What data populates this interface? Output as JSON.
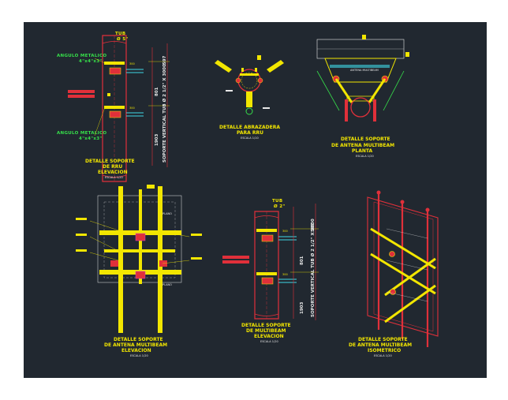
{
  "colors": {
    "frame": "#ffffff",
    "background": "#212830",
    "pipe": "#e0303a",
    "yellow": "#f2e600",
    "green": "#36e04a",
    "white": "#e8e8e8",
    "cyan": "#3fd7e6",
    "magenta": "#d03cd0",
    "orange": "#f08a1c"
  },
  "detail_1": {
    "tube_label": "TUB",
    "tube_dim": "Ø 5\"",
    "angle_top_1": "ANGULO METALICO",
    "angle_top_2": "4\"x4\"x3\"",
    "angle_bottom_1": "ANGULO METALICO",
    "angle_bottom_2": "4\"x4\"x3\"",
    "vertical_label": "SOPORTE VERTICAL TUB Ø 2 1/2\" X 3000",
    "dim_1": "300",
    "dim_2": "300",
    "dim_3": "597",
    "dim_4": "801",
    "dim_5": "1903",
    "title_1": "DETALLE SOPORTE",
    "title_2": "DE RRU",
    "title_3": "ELEVACION",
    "scale": "ESCALA 1/20"
  },
  "detail_2": {
    "title_1": "DETALLE ABRAZADERA",
    "title_2": "PARA RRU",
    "scale": "ESCALA 1/10"
  },
  "detail_3": {
    "inner_label": "ANTENA MULTIBEAM",
    "title_1": "DETALLE SOPORTE",
    "title_2": "DE ANTENA MULTIBEAM",
    "title_3": "PLANTA",
    "scale": "ESCALA 1/20"
  },
  "detail_4": {
    "plant_1": "PLANO",
    "plant_2": "PLANO",
    "title_1": "DETALLE SOPORTE",
    "title_2": "DE ANTENA MULTIBEAM",
    "title_3": "ELEVACION",
    "scale": "ESCALA 1/20"
  },
  "detail_5": {
    "tube_label": "TUB",
    "tube_dim": "Ø 2\"",
    "vertical_label": "SOPORTE VERTICAL TUB Ø 2 1/2\" X 3000",
    "dim_1": "300",
    "dim_2": "300",
    "dim_3": "597",
    "dim_4": "801",
    "dim_5": "1903",
    "title_1": "DETALLE SOPORTE",
    "title_2": "DE MULTIBEAM",
    "title_3": "ELEVACION",
    "scale": "ESCALA 1/20"
  },
  "detail_6": {
    "title_1": "DETALLE SOPORTE",
    "title_2": "DE ANTENA MULTIBEAM",
    "title_3": "ISOMETRICO",
    "scale": "ESCALA 1/20"
  }
}
